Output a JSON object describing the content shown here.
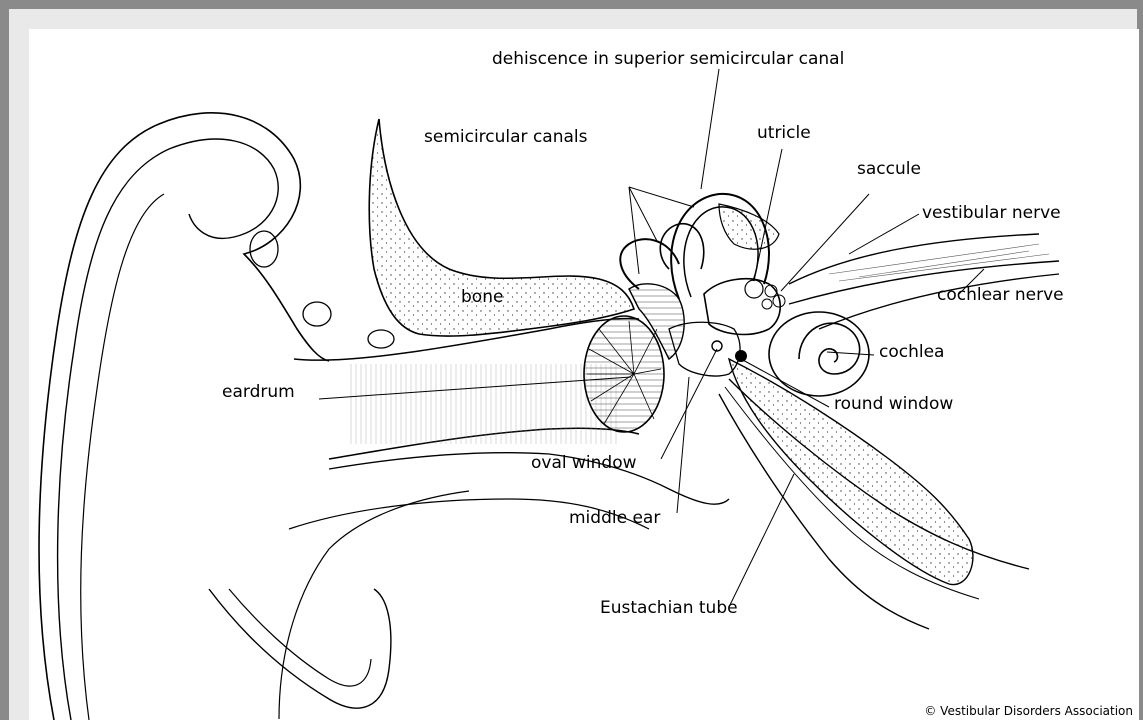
{
  "labels": {
    "dehiscence": "dehiscence in superior semicircular canal",
    "semicircular_canals": "semicircular canals",
    "utricle": "utricle",
    "saccule": "saccule",
    "vestibular_nerve": "vestibular nerve",
    "cochlear_nerve": "cochlear nerve",
    "bone": "bone",
    "cochlea": "cochlea",
    "eardrum": "eardrum",
    "round_window": "round window",
    "oval_window": "oval window",
    "middle_ear": "middle ear",
    "eustachian_tube": "Eustachian tube"
  },
  "copyright": "© Vestibular Disorders Association",
  "colors": {
    "frame": "#8a8a8a",
    "panel": "#e9e9e9",
    "ink": "#000000"
  }
}
